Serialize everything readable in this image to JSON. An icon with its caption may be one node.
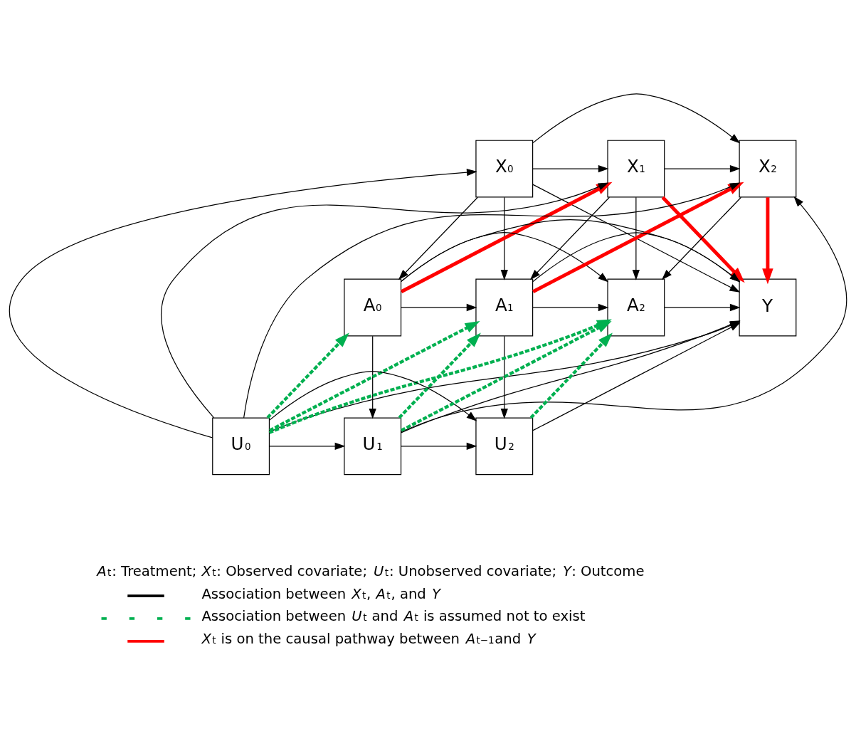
{
  "diagram": {
    "nodes": [
      {
        "text": [
          "X$_{0}$"
        ]
      },
      {
        "text": [
          "X$_{1}$"
        ]
      },
      {
        "text": [
          "X$_{2}$"
        ]
      },
      {
        "text": [
          "Y"
        ]
      },
      {
        "text": [
          "A$_{0}$"
        ]
      },
      {
        "text": [
          "A$_{1}$"
        ]
      },
      {
        "text": [
          "A$_{2}$"
        ]
      },
      {
        "text": [
          "U$_{0}$"
        ]
      },
      {
        "text": [
          "U$_{1}$"
        ]
      },
      {
        "text": [
          "U$_{2}$"
        ]
      }
    ],
    "edges": [
      {
        "from": 0,
        "to": 1,
        "arrow": "to"
      },
      {
        "from": 0,
        "to": 5,
        "arrow": "to"
      },
      {
        "from": 0,
        "to": 4,
        "arrow": "to"
      },
      {
        "from": 0,
        "to": 2,
        "arrow": "to"
      },
      {
        "from": 0,
        "to": 3,
        "arrow": "to"
      },
      {
        "from": 7,
        "to": 0,
        "arrow": "to"
      },
      {
        "from": 4,
        "to": 1,
        "arrow": "to",
        "style": "thick",
        "color": "#ff0000"
      },
      {
        "from": 4,
        "to": 5,
        "arrow": "to"
      },
      {
        "from": 4,
        "to": 8,
        "arrow": "to"
      },
      {
        "from": 4,
        "to": 6,
        "arrow": "to"
      },
      {
        "from": 4,
        "to": 3,
        "arrow": "to"
      },
      {
        "from": 1,
        "to": 2,
        "arrow": "to"
      },
      {
        "from": 1,
        "to": 5,
        "arrow": "to"
      },
      {
        "from": 1,
        "to": 6,
        "arrow": "to"
      },
      {
        "from": 1,
        "to": 3,
        "arrow": "to",
        "style": "thick",
        "color": "#ff0000"
      },
      {
        "from": 5,
        "to": 2,
        "arrow": "to",
        "style": "thick",
        "color": "#ff0000"
      },
      {
        "from": 5,
        "to": 6,
        "arrow": "to"
      },
      {
        "from": 5,
        "to": 9,
        "arrow": "to"
      },
      {
        "from": 5,
        "to": 3,
        "arrow": "to"
      },
      {
        "from": 7,
        "to": 1,
        "arrow": "to"
      },
      {
        "from": 7,
        "to": 2,
        "arrow": "to"
      },
      {
        "from": 7,
        "to": 8,
        "arrow": "to"
      },
      {
        "from": 7,
        "to": 9,
        "arrow": "to"
      },
      {
        "from": 7,
        "to": 3,
        "arrow": "to"
      },
      {
        "from": 8,
        "to": 2,
        "arrow": "to"
      },
      {
        "from": 8,
        "to": 9,
        "arrow": "to"
      },
      {
        "from": 8,
        "to": 3,
        "arrow": "to"
      },
      {
        "from": 9,
        "to": 3,
        "arrow": "to"
      },
      {
        "from": 2,
        "to": 6,
        "arrow": "to"
      },
      {
        "from": 2,
        "to": 3,
        "arrow": "to",
        "style": "thick",
        "color": "#ff0000"
      },
      {
        "from": 6,
        "to": 3,
        "arrow": "to"
      },
      {
        "from": 7,
        "to": 4,
        "arrow": "to",
        "style": "dashed",
        "color": "#00b050"
      },
      {
        "from": 7,
        "to": 5,
        "arrow": "to",
        "style": "dashed",
        "color": "#00b050"
      },
      {
        "from": 7,
        "to": 6,
        "arrow": "to",
        "style": "dashed",
        "color": "#00b050"
      },
      {
        "from": 8,
        "to": 5,
        "arrow": "to",
        "style": "dashed",
        "color": "#00b050"
      },
      {
        "from": 8,
        "to": 6,
        "arrow": "to",
        "style": "dashed",
        "color": "#00b050"
      },
      {
        "from": 9,
        "to": 6,
        "arrow": "to",
        "style": "dashed",
        "color": "#00b050"
      }
    ],
    "labels": [
      "*A*$_{t}$: Treatment; *X*$_{t}$: Observed covariate; *U*$_{t}$: Unobserved covariate; *Y*: Outcome"
    ],
    "legend": [
      {
        "text": "Association between *X*$_{t}$, *A*$_{t}$, and *Y*"
      },
      {
        "text": "Association between *U*$_{t}$ and *A*$_{t}$ is assumed not to exist"
      },
      {
        "text": "*X*$_{t}$ is on the causal pathway between *A*$_{t−1}$and *Y*"
      }
    ]
  }
}
